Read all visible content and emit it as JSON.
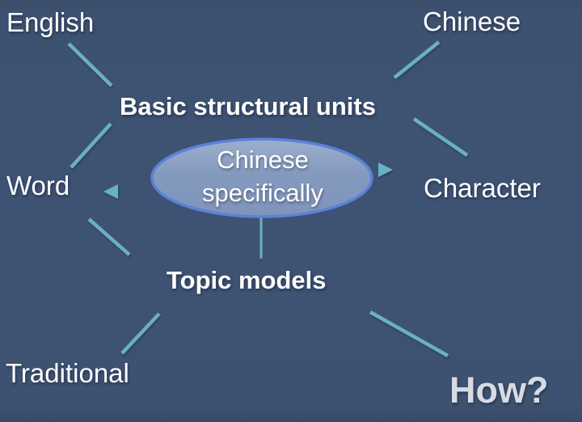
{
  "slide": {
    "nodes": {
      "english": "English",
      "chinese": "Chinese",
      "basic_units": "Basic structural units",
      "word": "Word",
      "character": "Character",
      "topic_models": "Topic models",
      "traditional": "Traditional",
      "how": "How?"
    },
    "center_ellipse": {
      "line1": "Chinese",
      "line2": "specifically"
    },
    "colors": {
      "background": "#3d5170",
      "connector": "#6bb0c4",
      "ellipse_fill_top": "#aebfdc",
      "ellipse_fill_bottom": "#8ba0c7",
      "ellipse_border": "#5b82d8",
      "label_text": "#ffffff",
      "how_text": "#d8dce2"
    }
  }
}
